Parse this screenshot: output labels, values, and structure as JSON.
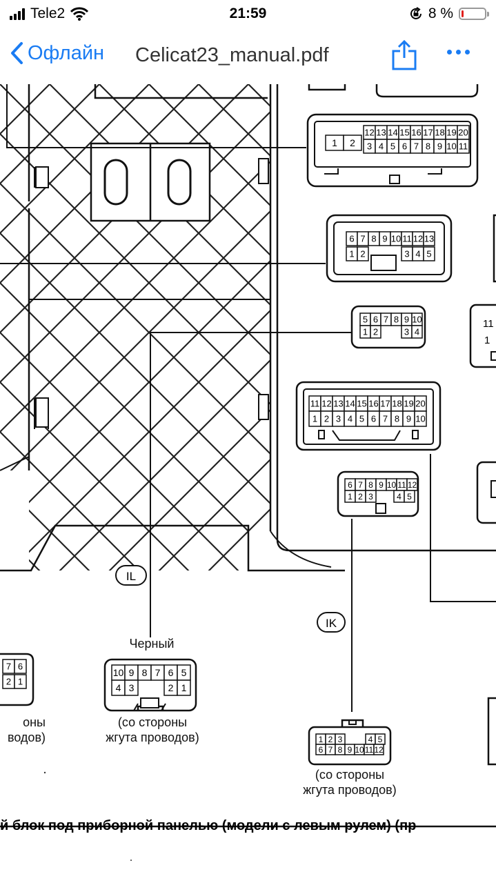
{
  "status_bar": {
    "carrier": "Tele2",
    "time": "21:59",
    "battery_percent": "8 %",
    "battery_level": 0.08,
    "battery_color": "#e0201c",
    "icons": [
      "signal-bars-icon",
      "wifi-icon",
      "orientation-lock-icon",
      "battery-icon"
    ]
  },
  "nav": {
    "back_label": "Офлайн",
    "title": "Celicat23_manual.pdf",
    "accent": "#1a7cf3",
    "icons": [
      "chevron-left-icon",
      "share-icon",
      "more-icon"
    ]
  },
  "diagram": {
    "connector_top": {
      "row1": [
        "12",
        "13",
        "14",
        "15",
        "16",
        "17",
        "18",
        "19",
        "20"
      ],
      "row2": [
        "3",
        "4",
        "5",
        "6",
        "7",
        "8",
        "9",
        "10",
        "11"
      ],
      "left": [
        "1",
        "2"
      ]
    },
    "connector_2": {
      "row1": [
        "6",
        "7",
        "8",
        "9",
        "10",
        "11",
        "12",
        "13"
      ],
      "row2_left": [
        "1",
        "2"
      ],
      "row2_right": [
        "3",
        "4",
        "5"
      ]
    },
    "connector_3": {
      "row1": [
        "5",
        "6",
        "7",
        "8",
        "9",
        "10"
      ],
      "row2_left": [
        "1",
        "2"
      ],
      "row2_right": [
        "3",
        "4"
      ]
    },
    "connector_4": {
      "row1": [
        "11",
        "12",
        "13",
        "14",
        "15",
        "16",
        "17",
        "18",
        "19",
        "20"
      ],
      "row2": [
        "1",
        "2",
        "3",
        "4",
        "5",
        "6",
        "7",
        "8",
        "9",
        "10"
      ]
    },
    "connector_5": {
      "row1": [
        "6",
        "7",
        "8",
        "9",
        "10",
        "11",
        "12"
      ],
      "row2_left": [
        "1",
        "2",
        "3"
      ],
      "row2_right": [
        "4",
        "5"
      ]
    },
    "label_il": "IL",
    "label_ik": "IK",
    "color_label": "Черный",
    "il_connector": {
      "row1": [
        "10",
        "9",
        "8",
        "7",
        "6",
        "5"
      ],
      "row2_left": [
        "4",
        "3"
      ],
      "row2_right": [
        "2",
        "1"
      ]
    },
    "ik_connector": {
      "row1_left": [
        "1",
        "2",
        "3"
      ],
      "row1_right": [
        "4",
        "5"
      ],
      "row2": [
        "6",
        "7",
        "8",
        "9",
        "10",
        "11",
        "12"
      ]
    },
    "left_partial": {
      "row1": [
        "7",
        "6"
      ],
      "row2": [
        "2",
        "1"
      ]
    },
    "harness_note_line1": "(со стороны",
    "harness_note_line2": "жгута проводов)",
    "left_note_line1": "оны",
    "left_note_line2": "водов)",
    "caption": "й блок под приборной панелью (модели с левым рулем) (пр"
  }
}
